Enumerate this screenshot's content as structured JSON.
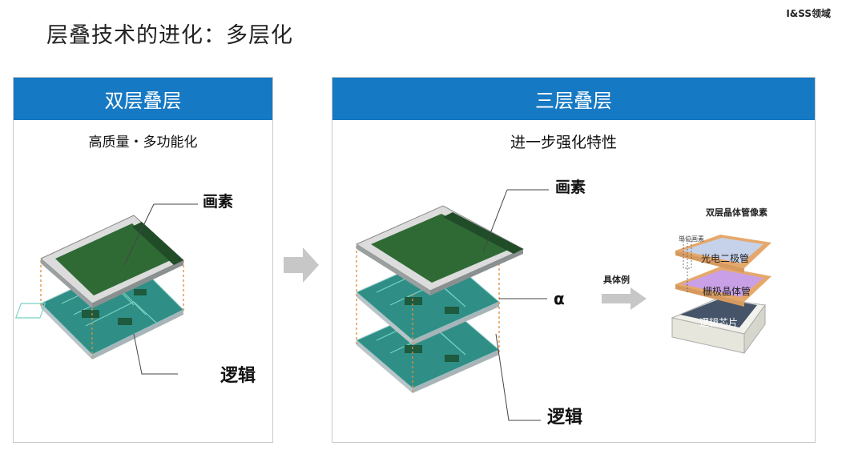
{
  "page": {
    "title": "层叠技术的进化：多层化",
    "brand": "I&SS领域"
  },
  "left_panel": {
    "header": "双层叠层",
    "subtitle": "高质量・多功能化",
    "label_top": "画素",
    "label_bottom": "逻辑"
  },
  "right_panel": {
    "header": "三层叠层",
    "subtitle": "进一步强化特性",
    "label_top": "画素",
    "label_mid": "α",
    "label_bottom": "逻辑",
    "example_label": "具体例",
    "pixel_diagram": {
      "title": "双层晶体管像素",
      "unit_label": "単位画素",
      "layer_1": "光电二极管",
      "layer_2": "栅极晶体管",
      "layer_3": "逻辑芯片"
    }
  },
  "colors": {
    "header_blue": "#1679c3",
    "sensor_green": "#2f6a35",
    "logic_teal": "#3fa7a0",
    "photodiode": "#c5d2ea",
    "gate_transistor": "#c9a0e6",
    "logic_chip": "#455468",
    "layer_border": "#e6a86a"
  }
}
